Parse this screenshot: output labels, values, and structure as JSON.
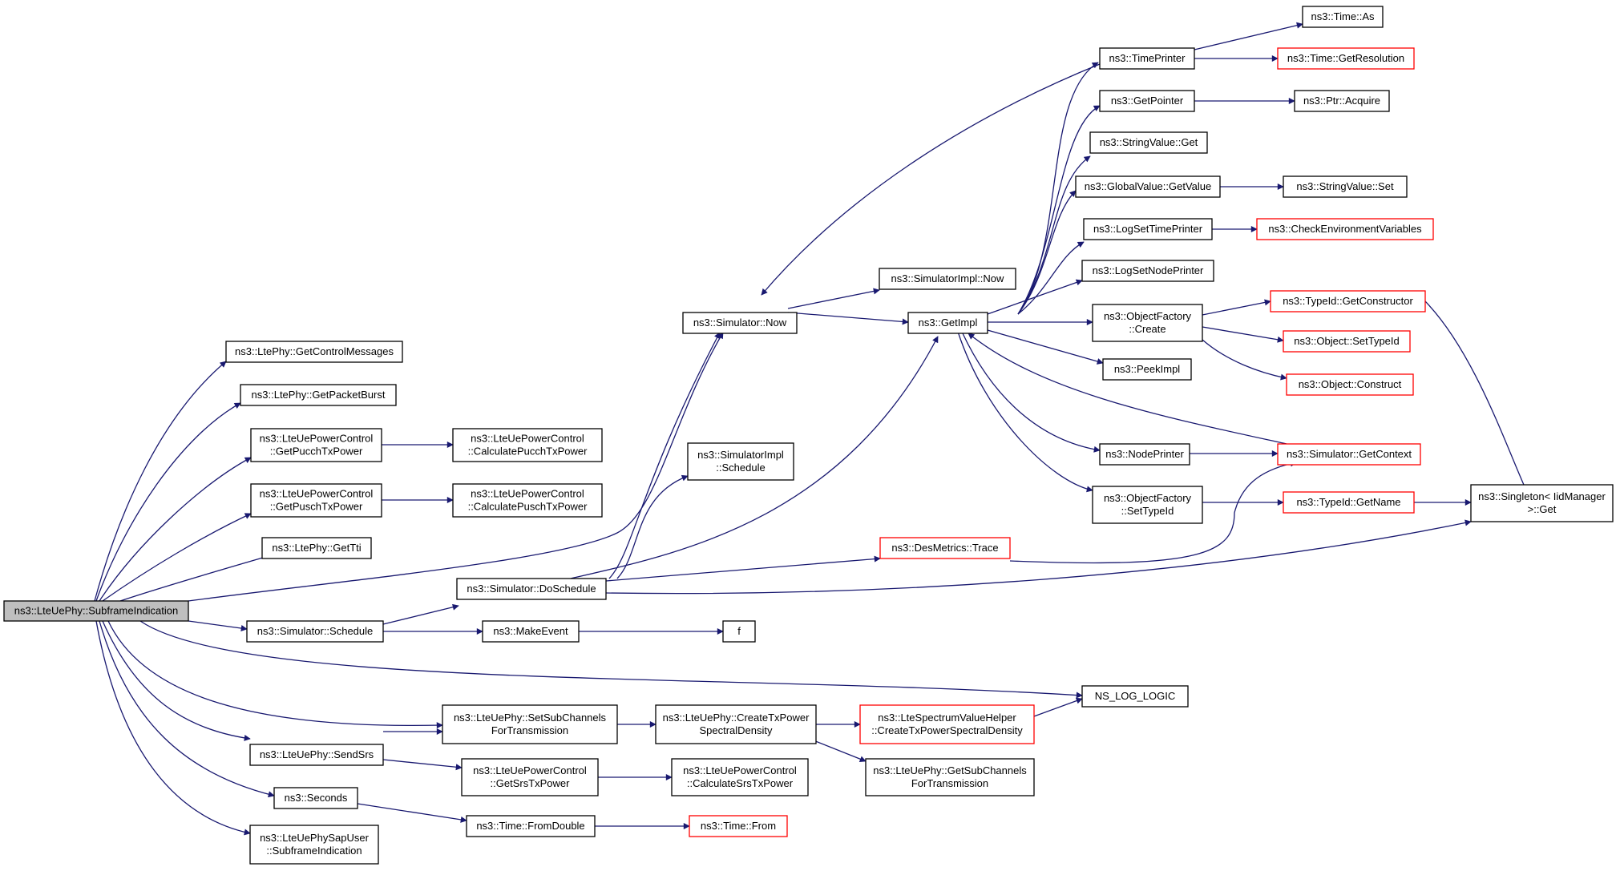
{
  "colors": {
    "edge": "#191970",
    "box_border": "#000000",
    "external_border": "#ff0000",
    "focus_fill": "#bfbfbf",
    "box_fill": "#ffffff",
    "text": "#000000"
  },
  "nodes": [
    {
      "id": "n_subframe",
      "lines": [
        "ns3::LteUePhy::SubframeIndication"
      ],
      "style": "focus"
    },
    {
      "id": "n_getctrlmsg",
      "lines": [
        "ns3::LtePhy::GetControlMessages"
      ],
      "style": "normal"
    },
    {
      "id": "n_getpktburst",
      "lines": [
        "ns3::LtePhy::GetPacketBurst"
      ],
      "style": "normal"
    },
    {
      "id": "n_getpucch",
      "lines": [
        "ns3::LteUePowerControl",
        "::GetPucchTxPower"
      ],
      "style": "normal"
    },
    {
      "id": "n_calcpucch",
      "lines": [
        "ns3::LteUePowerControl",
        "::CalculatePucchTxPower"
      ],
      "style": "normal"
    },
    {
      "id": "n_getpusch",
      "lines": [
        "ns3::LteUePowerControl",
        "::GetPuschTxPower"
      ],
      "style": "normal"
    },
    {
      "id": "n_calcpusch",
      "lines": [
        "ns3::LteUePowerControl",
        "::CalculatePuschTxPower"
      ],
      "style": "normal"
    },
    {
      "id": "n_gettti",
      "lines": [
        "ns3::LtePhy::GetTti"
      ],
      "style": "normal"
    },
    {
      "id": "n_schedule",
      "lines": [
        "ns3::Simulator::Schedule"
      ],
      "style": "normal"
    },
    {
      "id": "n_doschedule",
      "lines": [
        "ns3::Simulator::DoSchedule"
      ],
      "style": "normal"
    },
    {
      "id": "n_makeevent",
      "lines": [
        "ns3::MakeEvent"
      ],
      "style": "normal"
    },
    {
      "id": "n_f",
      "lines": [
        "f"
      ],
      "style": "normal"
    },
    {
      "id": "n_simnow",
      "lines": [
        "ns3::Simulator::Now"
      ],
      "style": "normal"
    },
    {
      "id": "n_simimplnow",
      "lines": [
        "ns3::SimulatorImpl::Now"
      ],
      "style": "normal"
    },
    {
      "id": "n_getimpl",
      "lines": [
        "ns3::GetImpl"
      ],
      "style": "normal"
    },
    {
      "id": "n_simimplsched",
      "lines": [
        "ns3::SimulatorImpl",
        "::Schedule"
      ],
      "style": "normal"
    },
    {
      "id": "n_timeprinter",
      "lines": [
        "ns3::TimePrinter"
      ],
      "style": "normal"
    },
    {
      "id": "n_timeas",
      "lines": [
        "ns3::Time::As"
      ],
      "style": "normal"
    },
    {
      "id": "n_timegetres",
      "lines": [
        "ns3::Time::GetResolution"
      ],
      "style": "external"
    },
    {
      "id": "n_getpointer",
      "lines": [
        "ns3::GetPointer"
      ],
      "style": "normal"
    },
    {
      "id": "n_ptracquire",
      "lines": [
        "ns3::Ptr::Acquire"
      ],
      "style": "normal"
    },
    {
      "id": "n_strvalget",
      "lines": [
        "ns3::StringValue::Get"
      ],
      "style": "normal"
    },
    {
      "id": "n_globalgetvalue",
      "lines": [
        "ns3::GlobalValue::GetValue"
      ],
      "style": "normal"
    },
    {
      "id": "n_strvalset",
      "lines": [
        "ns3::StringValue::Set"
      ],
      "style": "normal"
    },
    {
      "id": "n_logsettime",
      "lines": [
        "ns3::LogSetTimePrinter"
      ],
      "style": "normal"
    },
    {
      "id": "n_checkenv",
      "lines": [
        "ns3::CheckEnvironmentVariables"
      ],
      "style": "external"
    },
    {
      "id": "n_logsetnode",
      "lines": [
        "ns3::LogSetNodePrinter"
      ],
      "style": "normal"
    },
    {
      "id": "n_objfactcreate",
      "lines": [
        "ns3::ObjectFactory",
        "::Create"
      ],
      "style": "normal"
    },
    {
      "id": "n_typeidgetctor",
      "lines": [
        "ns3::TypeId::GetConstructor"
      ],
      "style": "external"
    },
    {
      "id": "n_objsettypeid",
      "lines": [
        "ns3::Object::SetTypeId"
      ],
      "style": "external"
    },
    {
      "id": "n_objconstruct",
      "lines": [
        "ns3::Object::Construct"
      ],
      "style": "external"
    },
    {
      "id": "n_peekimpl",
      "lines": [
        "ns3::PeekImpl"
      ],
      "style": "normal"
    },
    {
      "id": "n_nodeprinter",
      "lines": [
        "ns3::NodePrinter"
      ],
      "style": "normal"
    },
    {
      "id": "n_simgetctx",
      "lines": [
        "ns3::Simulator::GetContext"
      ],
      "style": "external"
    },
    {
      "id": "n_objfactsettype",
      "lines": [
        "ns3::ObjectFactory",
        "::SetTypeId"
      ],
      "style": "normal"
    },
    {
      "id": "n_typeidgetname",
      "lines": [
        "ns3::TypeId::GetName"
      ],
      "style": "external"
    },
    {
      "id": "n_singleton",
      "lines": [
        "ns3::Singleton< IidManager",
        ">::Get"
      ],
      "style": "normal"
    },
    {
      "id": "n_desmetrics",
      "lines": [
        "ns3::DesMetrics::Trace"
      ],
      "style": "external"
    },
    {
      "id": "n_nslog",
      "lines": [
        "NS_LOG_LOGIC"
      ],
      "style": "normal"
    },
    {
      "id": "n_setsubch",
      "lines": [
        "ns3::LteUePhy::SetSubChannels",
        "ForTransmission"
      ],
      "style": "normal"
    },
    {
      "id": "n_createtxpsd",
      "lines": [
        "ns3::LteUePhy::CreateTxPower",
        "SpectralDensity"
      ],
      "style": "normal"
    },
    {
      "id": "n_ltespecvh",
      "lines": [
        "ns3::LteSpectrumValueHelper",
        "::CreateTxPowerSpectralDensity"
      ],
      "style": "external"
    },
    {
      "id": "n_getsubch",
      "lines": [
        "ns3::LteUePhy::GetSubChannels",
        "ForTransmission"
      ],
      "style": "normal"
    },
    {
      "id": "n_sendsrs",
      "lines": [
        "ns3::LteUePhy::SendSrs"
      ],
      "style": "normal"
    },
    {
      "id": "n_getsrs",
      "lines": [
        "ns3::LteUePowerControl",
        "::GetSrsTxPower"
      ],
      "style": "normal"
    },
    {
      "id": "n_calcsrs",
      "lines": [
        "ns3::LteUePowerControl",
        "::CalculateSrsTxPower"
      ],
      "style": "normal"
    },
    {
      "id": "n_seconds",
      "lines": [
        "ns3::Seconds"
      ],
      "style": "normal"
    },
    {
      "id": "n_fromdouble",
      "lines": [
        "ns3::Time::FromDouble"
      ],
      "style": "normal"
    },
    {
      "id": "n_timefrom",
      "lines": [
        "ns3::Time::From"
      ],
      "style": "external"
    },
    {
      "id": "n_sapuser",
      "lines": [
        "ns3::LteUePhySapUser",
        "::SubframeIndication"
      ],
      "style": "normal"
    }
  ]
}
